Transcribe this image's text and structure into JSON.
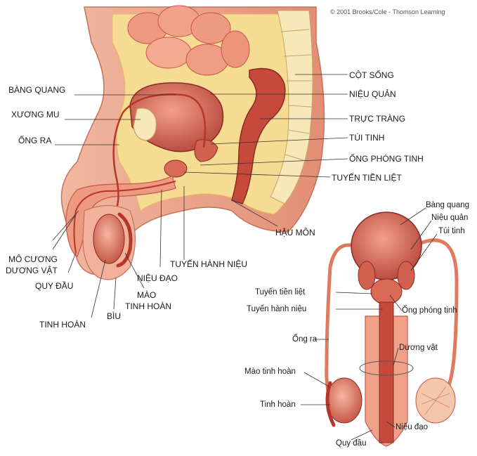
{
  "copyright": "© 2001 Brooks/Cole - Thomson Learning",
  "colors": {
    "tissue": "#e89a7c",
    "tissue_dark": "#c8564a",
    "fat": "#f6dc93",
    "organ": "#c64a3c",
    "organ_light": "#ee8f77",
    "bone": "#f8e7b8",
    "duct": "#b8352c"
  },
  "sagittal": {
    "labels": {
      "bladder": "BÀNG QUANG",
      "pubic_bone": "XƯƠNG MU",
      "vas_deferens": "ỐNG RA",
      "corpus": "MÔ CƯƠNG",
      "corpus_2": "DƯƠNG VẬT",
      "glans": "QUY ĐẦU",
      "testis": "TINH HOÀN",
      "scrotum": "BÌU",
      "epididymis": "MÀO",
      "epididymis_2": "TINH HOÀN",
      "urethra": "NIỆU ĐẠO",
      "bulbourethral": "TUYẾN HÀNH NIỆU",
      "anus": "HẬU MÔN",
      "spine": "CỘT SỐNG",
      "ureter": "NIỆU QUẢN",
      "rectum": "TRỰC TRÀNG",
      "seminal_vesicle": "TÚI TINH",
      "ejaculatory_duct": "ỐNG PHÓNG TINH",
      "prostate": "TUYẾN TIỀN LIỆT"
    }
  },
  "frontal": {
    "labels": {
      "bladder": "Bàng quang",
      "ureter": "Niệu quản",
      "seminal_vesicle": "Túi tinh",
      "prostate": "Tuyến tiền liệt",
      "bulbourethral": "Tuyến hành niệu",
      "ejaculatory_duct": "Ống phóng tinh",
      "vas_deferens": "Ống ra",
      "penis": "Dương vật",
      "epididymis": "Mào tinh hoàn",
      "testis": "Tinh hoàn",
      "urethra": "Niệu đạo",
      "glans": "Quy đầu"
    }
  }
}
